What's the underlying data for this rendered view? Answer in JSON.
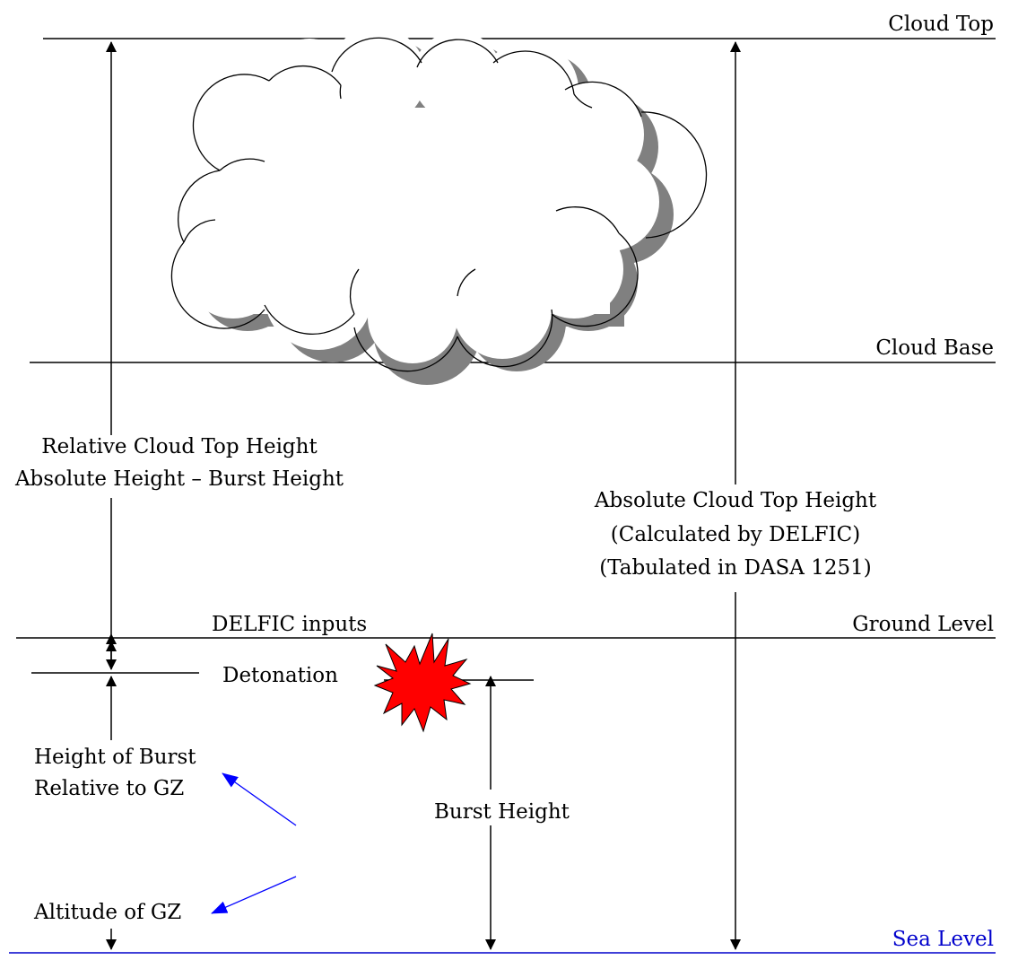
{
  "levels": {
    "cloud_top": "Cloud Top",
    "cloud_base": "Cloud Base",
    "ground_level": "Ground Level",
    "sea_level": "Sea Level"
  },
  "labels": {
    "relative_cloud_top_line1": "Relative Cloud Top Height",
    "relative_cloud_top_line2": "Absolute Height – Burst Height",
    "absolute_cloud_top_line1": "Absolute Cloud Top Height",
    "absolute_cloud_top_line2": "(Calculated by DELFIC)",
    "absolute_cloud_top_line3": "(Tabulated in DASA 1251)",
    "detonation": "Detonation",
    "height_of_burst_line1": "Height of Burst",
    "height_of_burst_line2": "Relative to GZ",
    "burst_height": "Burst Height",
    "delfic_inputs": "DELFIC inputs",
    "altitude_of_gz": "Altitude of GZ"
  },
  "colors": {
    "line": "#000000",
    "sea_level": "#0000cc",
    "input_arrow": "#0000ff",
    "burst_fill": "#ff0000",
    "cloud_fill": "#ffffff",
    "cloud_shadow": "#808080"
  },
  "icons": {
    "cloud": "cloud-icon",
    "burst": "explosion-icon"
  }
}
